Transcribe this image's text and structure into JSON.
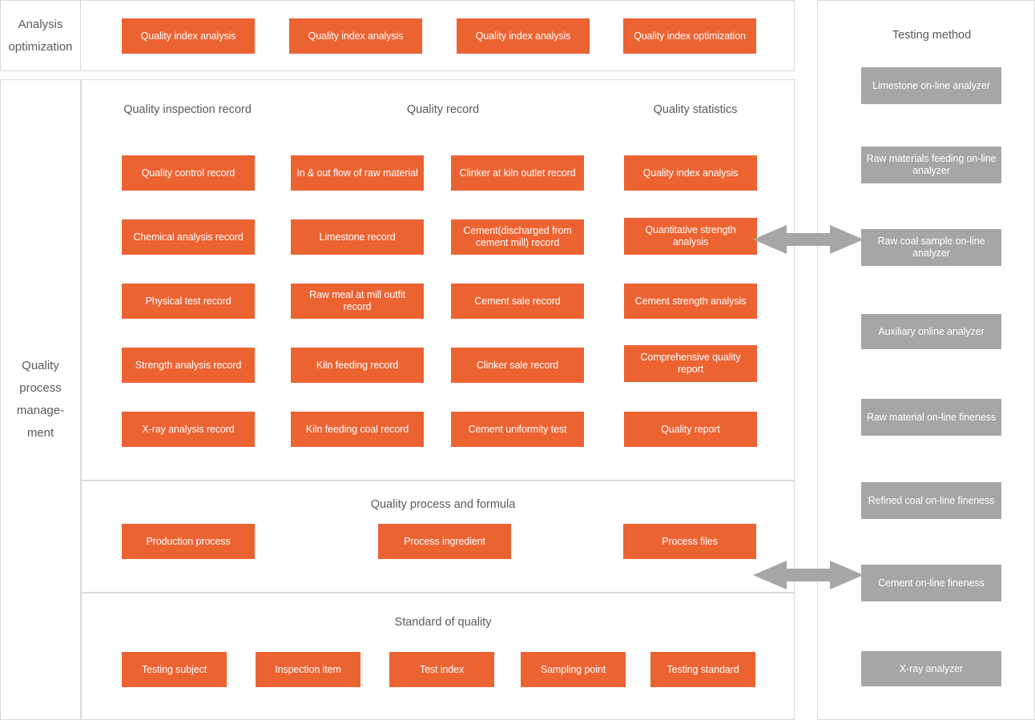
{
  "colors": {
    "orange": "#ec6332",
    "gray": "#a6a6a6",
    "border": "#d9d9d9",
    "text": "#5a5a5a",
    "arrow": "#a6a6a6"
  },
  "rails": {
    "analysis_optimization": "Analysis optimization",
    "quality_process_management": "Quality process manage- ment"
  },
  "analysis_optimization_row": {
    "boxes": [
      "Quality index analysis",
      "Quality index analysis",
      "Quality index analysis",
      "Quality index optimization"
    ]
  },
  "records_section": {
    "captions": [
      "Quality inspection record",
      "Quality record",
      "Quality statistics"
    ],
    "columns": [
      {
        "name": "quality-inspection-record",
        "boxes": [
          "Quality control record",
          "Chemical analysis record",
          "Physical test record",
          "Strength analysis record",
          "X-ray analysis record"
        ]
      },
      {
        "name": "quality-record-left",
        "boxes": [
          "In & out flow of raw material",
          "Limestone record",
          "Raw meal at mill outfit record",
          "Kiln feeding record",
          "Kiln feeding coal record"
        ]
      },
      {
        "name": "quality-record-right",
        "boxes": [
          "Clinker at kiln outlet record",
          "Cement(discharged from cement mill) record",
          "Cement sale record",
          "Clinker sale record",
          "Cement uniformity test"
        ]
      },
      {
        "name": "quality-statistics",
        "boxes": [
          "Quality index analysis",
          "Quantitative strength analysis",
          "Cement strength analysis",
          "Comprehensive quality report",
          "Quality report"
        ]
      }
    ]
  },
  "process_formula_section": {
    "caption": "Quality process and formula",
    "boxes": [
      "Production process",
      "Process ingredient",
      "Process files"
    ]
  },
  "standard_section": {
    "caption": "Standard of quality",
    "boxes": [
      "Testing subject",
      "Inspection item",
      "Test index",
      "Sampling point",
      "Testing standard"
    ]
  },
  "testing_method_panel": {
    "caption": "Testing method",
    "boxes": [
      "Limestone  on-line analyzer",
      "Raw materials feeding on-line analyzer",
      "Raw coal sample on-line analyzer",
      "Auxiliary online analyzer",
      "Raw material on-line fineness",
      "Refined coal on-line fineness",
      "Cement on-line fineness",
      "X-ray analyzer"
    ]
  },
  "connectors": [
    {
      "name": "connector-quantitative-strength-to-raw-coal"
    },
    {
      "name": "connector-process-files-to-cement-fineness"
    }
  ]
}
